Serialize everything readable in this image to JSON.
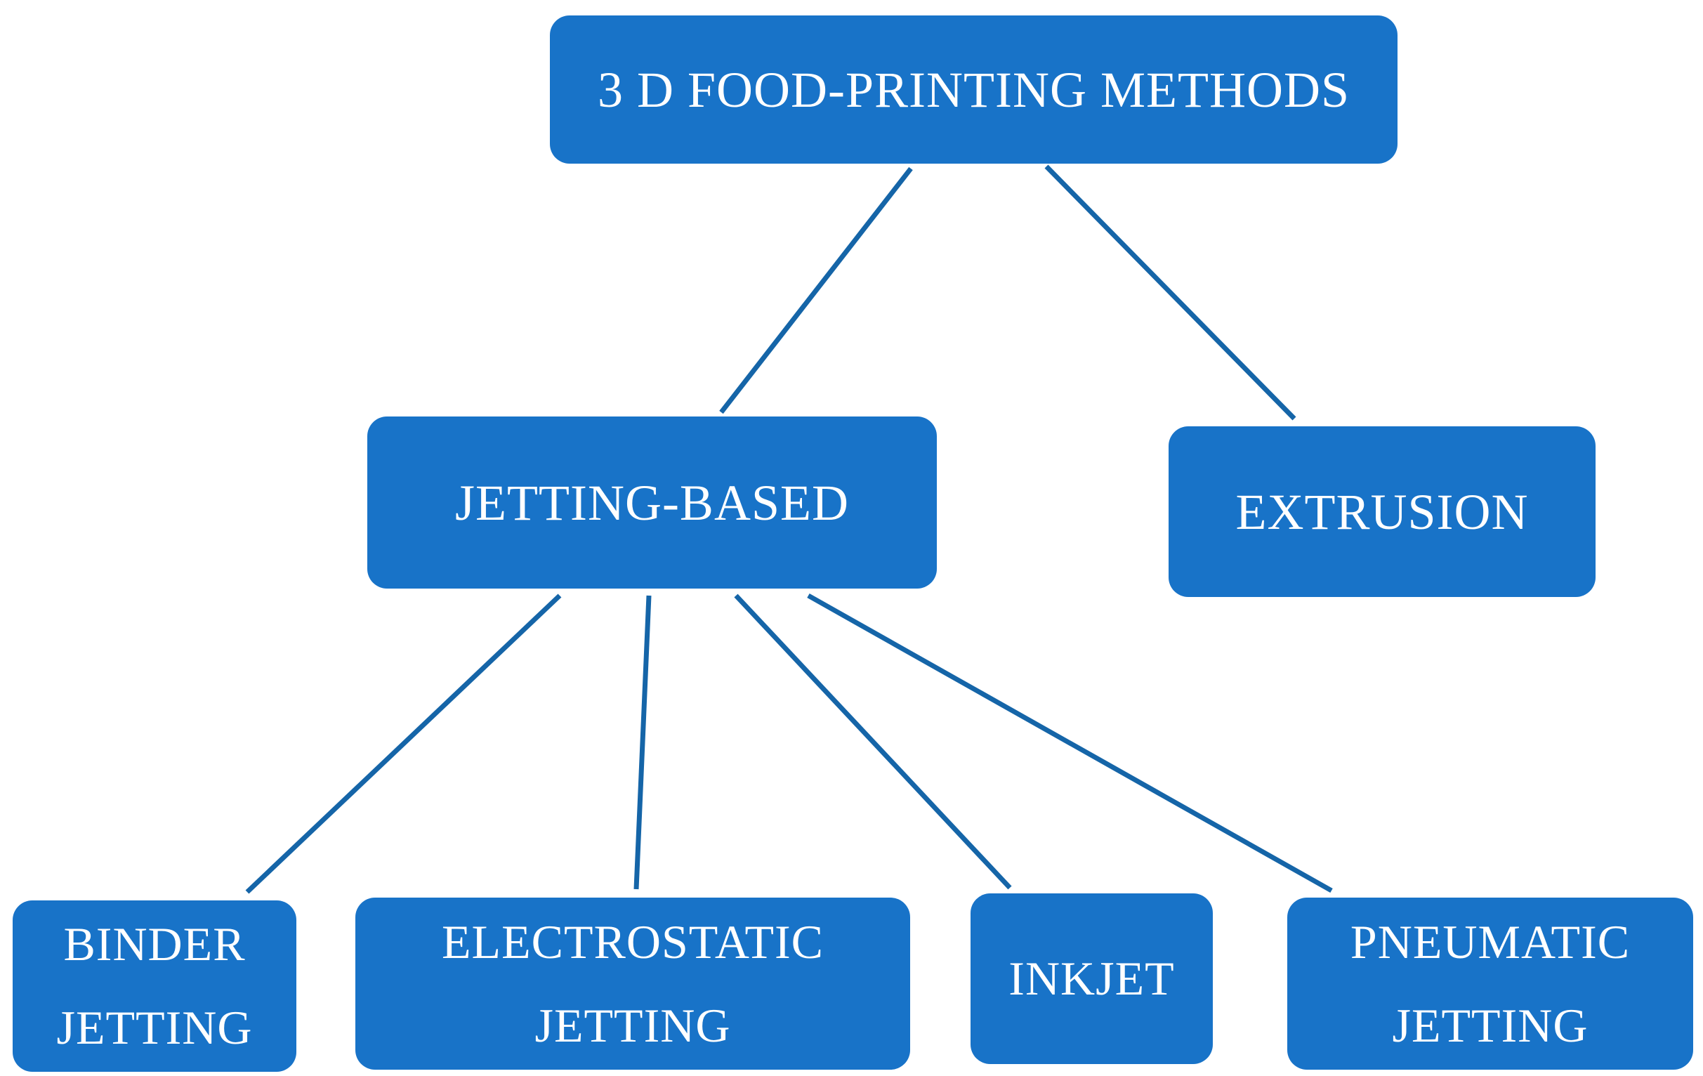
{
  "diagram": {
    "root": {
      "label": "3 D FOOD-PRINTING METHODS"
    },
    "level1": [
      {
        "id": "jetting",
        "label": "JETTING-BASED"
      },
      {
        "id": "extrusion",
        "label": "EXTRUSION"
      }
    ],
    "level2": [
      {
        "id": "binder",
        "lines": [
          "BINDER",
          "JETTING"
        ]
      },
      {
        "id": "electrostatic",
        "lines": [
          "ELECTROSTATIC",
          "JETTING"
        ]
      },
      {
        "id": "inkjet",
        "lines": [
          "INKJET"
        ]
      },
      {
        "id": "pneumatic",
        "lines": [
          "PNEUMATIC",
          "JETTING"
        ]
      }
    ],
    "edges": [
      {
        "from": "root",
        "to": "jetting"
      },
      {
        "from": "root",
        "to": "extrusion"
      },
      {
        "from": "jetting",
        "to": "binder"
      },
      {
        "from": "jetting",
        "to": "electrostatic"
      },
      {
        "from": "jetting",
        "to": "inkjet"
      },
      {
        "from": "jetting",
        "to": "pneumatic"
      }
    ]
  },
  "colors": {
    "box_fill": "#1873c8",
    "connector": "#1565a8",
    "text": "#ffffff",
    "background": "#ffffff"
  }
}
